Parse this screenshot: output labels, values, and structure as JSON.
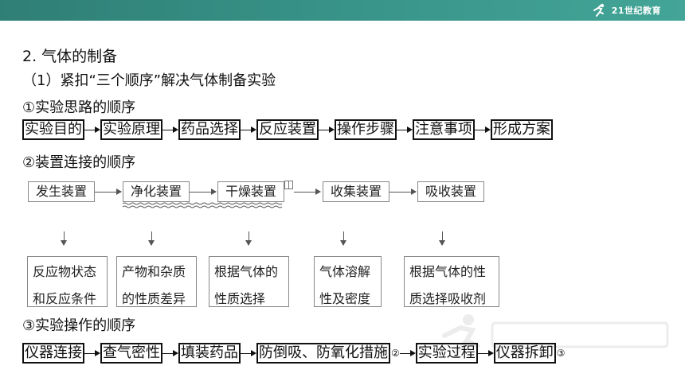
{
  "heading": "2. 气体的制备",
  "subheading": "（1）紧扣“三个顺序”解决气体制备实验",
  "section1": {
    "title": "①实验思路的顺序",
    "steps": [
      "实验目的",
      "实验原理",
      "药品选择",
      "反应装置",
      "操作步骤",
      "注意事项",
      "形成方案"
    ]
  },
  "section2": {
    "title": "②装置连接的顺序",
    "devices": [
      "发生装置",
      "净化装置",
      "干燥装置",
      "收集装置",
      "吸收装置"
    ],
    "notes": [
      [
        "反应物状态",
        "和反应条件"
      ],
      [
        "产物和杂质",
        "的性质差异"
      ],
      [
        "根据气体的",
        "性质选择"
      ],
      [
        "气体溶解",
        "性及密度"
      ],
      [
        "根据气体的性",
        "质选择吸收剂"
      ]
    ]
  },
  "section3": {
    "title": "③实验操作的顺序",
    "steps": [
      "仪器连接",
      "查气密性",
      "填装药品",
      "防倒吸、防氧化措施",
      "实验过程",
      "仪器拆卸"
    ],
    "marks": [
      "②",
      "③"
    ]
  },
  "colors": {
    "topbar": "#3a978b"
  },
  "icons": [
    "runner-logo-icon"
  ]
}
